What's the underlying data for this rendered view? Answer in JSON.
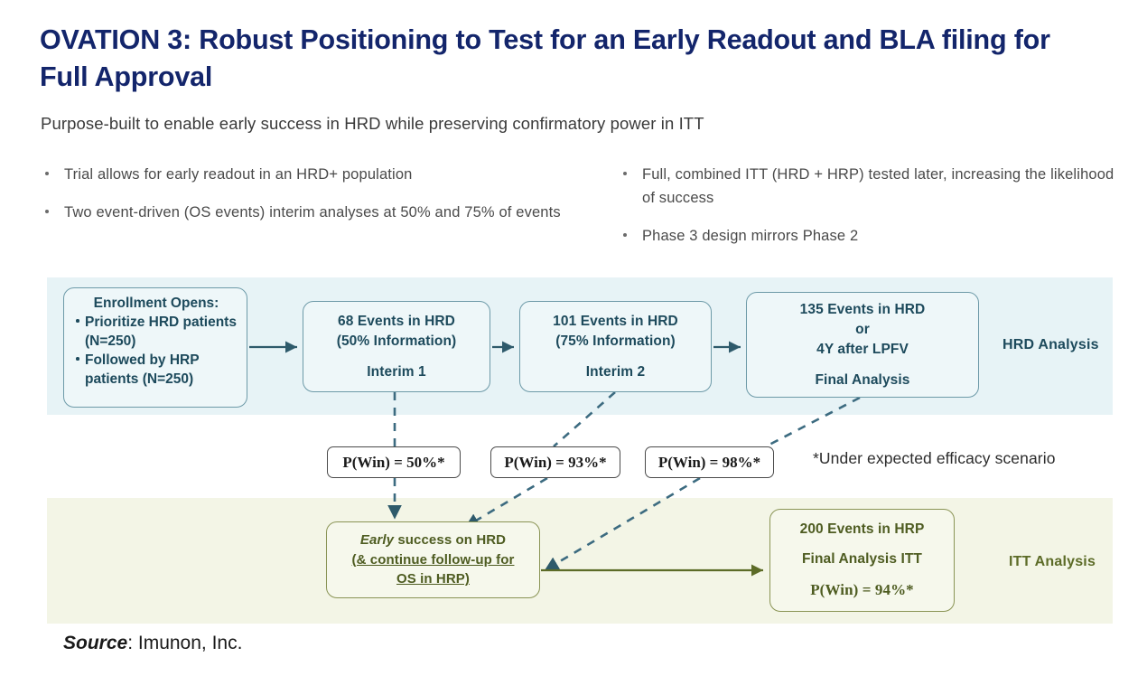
{
  "header": {
    "title": "OVATION 3: Robust Positioning to Test for an Early Readout and BLA filing  for Full Approval",
    "subtitle": "Purpose-built to enable early success in HRD while preserving confirmatory power in ITT",
    "title_color": "#13256b"
  },
  "bullets": {
    "left": [
      "Trial allows for early readout in an HRD+ population",
      "Two event-driven (OS events) interim analyses at 50% and 75% of events"
    ],
    "right": [
      "Full, combined ITT (HRD + HRP) tested later, increasing the likelihood of success",
      "Phase 3 design mirrors Phase 2"
    ]
  },
  "bands": {
    "hrd": {
      "label": "HRD Analysis",
      "bg": "#e7f3f6",
      "text_color": "#1d4a5c"
    },
    "itt": {
      "label": "ITT Analysis",
      "bg": "#f3f5e6",
      "text_color": "#5c6b27"
    }
  },
  "flow": {
    "enrollment": {
      "heading": "Enrollment Opens:",
      "items": [
        "Prioritize HRD patients (N=250)",
        "Followed by HRP patients (N=250)"
      ]
    },
    "interim1": {
      "line1": "68 Events in HRD",
      "line2": "(50% Information)",
      "line3": "Interim 1"
    },
    "interim2": {
      "line1": "101 Events in HRD",
      "line2": "(75% Information)",
      "line3": "Interim 2"
    },
    "final_hrd": {
      "line1": "135 Events in HRD",
      "line2": "or",
      "line3": "4Y after LPFV",
      "line4": "Final Analysis"
    },
    "early_success": {
      "line1_em": "Early",
      "line1_rest": " success on HRD",
      "line2": "(& continue follow-up for",
      "line3": "OS in HRP)"
    },
    "final_itt": {
      "line1": "200 Events in HRP",
      "line2": "Final Analysis ITT",
      "line3": "P(Win) = 94%*"
    }
  },
  "pwin": {
    "interim1": "P(Win) = 50%*",
    "interim2": "P(Win) = 93%*",
    "final": "P(Win) = 98%*"
  },
  "footnote": "*Under expected efficacy scenario",
  "source": {
    "label": "Source",
    "rest": ": Imunon, Inc."
  }
}
